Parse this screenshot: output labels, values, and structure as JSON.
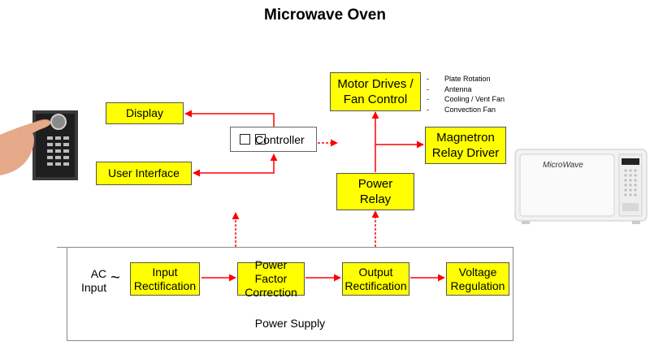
{
  "title": "Microwave Oven",
  "nodes": {
    "display": "Display",
    "user_interface": "User Interface",
    "controller": "Controller",
    "motor_drives": "Motor Drives /\nFan Control",
    "magnetron": "Magnetron\nRelay Driver",
    "power_relay": "Power\nRelay",
    "input_rect": "Input\nRectification",
    "pfc": "Power Factor\nCorrection",
    "output_rect": "Output\nRectification",
    "voltage_reg": "Voltage\nRegulation"
  },
  "ac_input": "AC\nInput",
  "ac_symbol": "~",
  "power_supply_label": "Power Supply",
  "motor_loads": [
    "Plate Rotation",
    "Antenna",
    "Cooling / Vent Fan",
    "Convection Fan"
  ],
  "microwave_brand": "MicroWave",
  "colors": {
    "box_fill": "#ffff00",
    "arrow": "#ff0000"
  }
}
